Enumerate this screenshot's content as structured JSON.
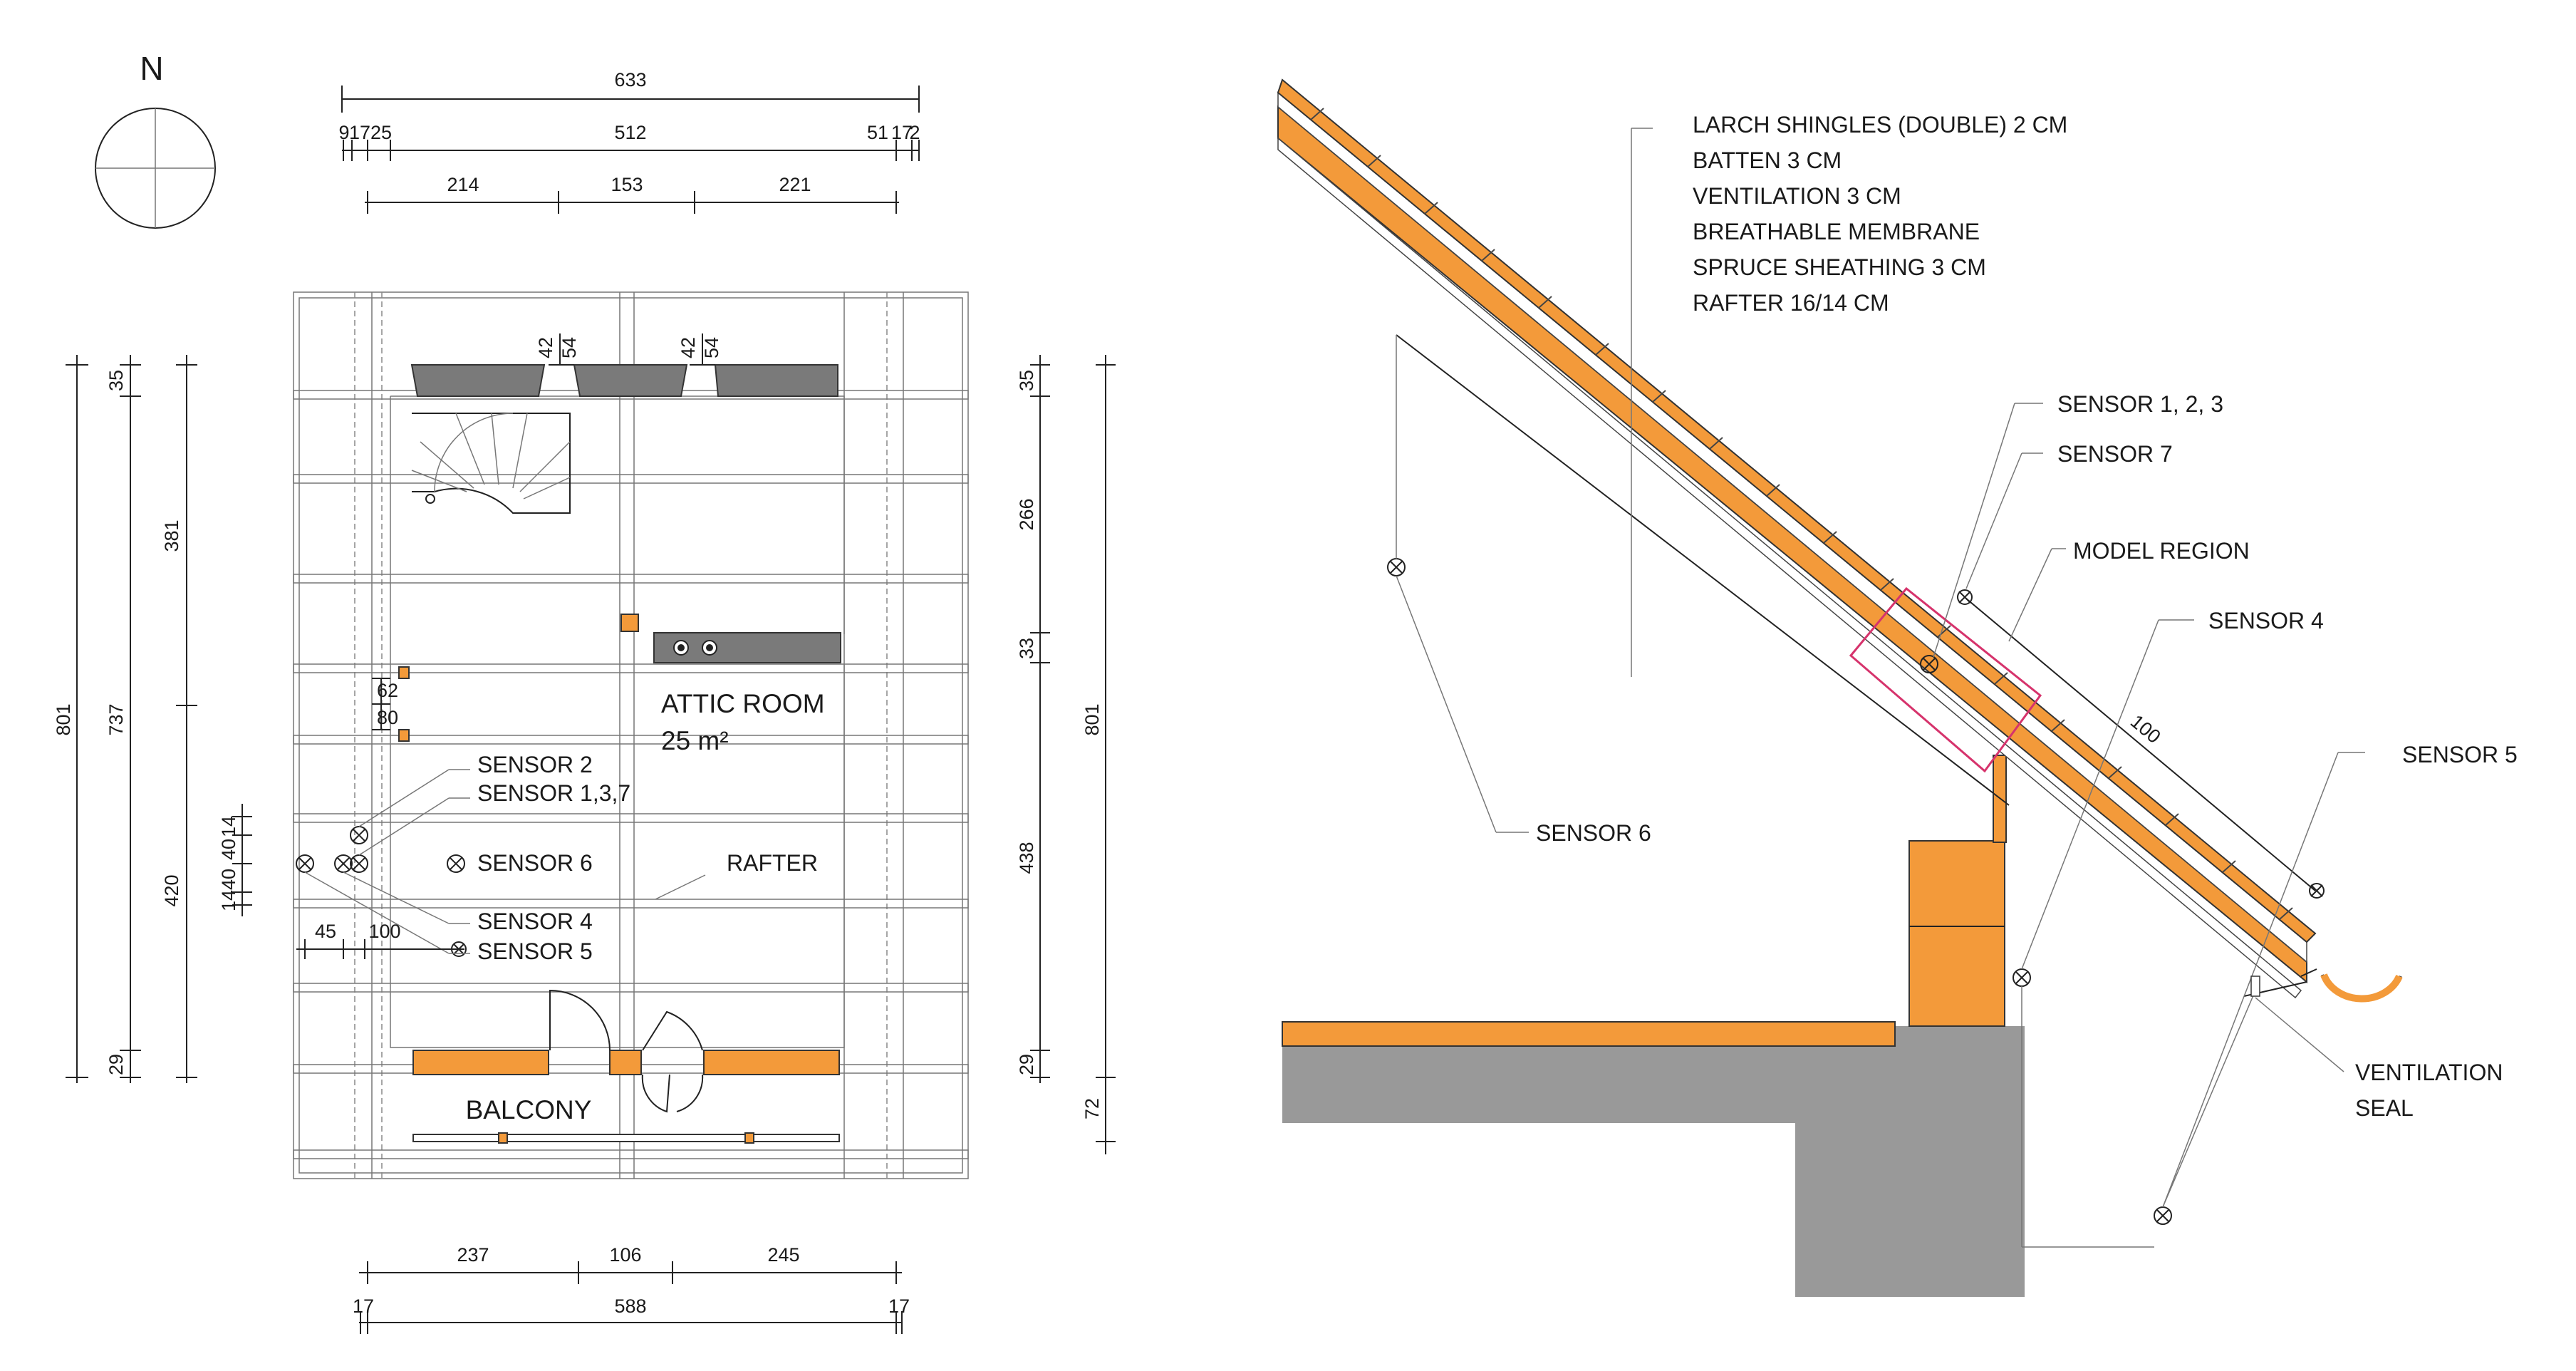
{
  "compass": {
    "north": "N"
  },
  "plan": {
    "top_dims": {
      "overall": "633",
      "row2": [
        "9",
        "17",
        "25",
        "512",
        "51",
        "17",
        "2"
      ],
      "row3": [
        "214",
        "153",
        "221"
      ]
    },
    "bottom_dims": {
      "row1": [
        "237",
        "106",
        "245"
      ],
      "row2": [
        "17",
        "588",
        "17"
      ]
    },
    "left_dims": {
      "outer": "801",
      "mid": "737",
      "inner": [
        "35",
        "381",
        "420",
        "29"
      ],
      "small": [
        "14",
        "40",
        "40",
        "14"
      ]
    },
    "right_dims": {
      "outer": "801",
      "inner": [
        "35",
        "266",
        "33",
        "438",
        "29",
        "72"
      ]
    },
    "window_dims": [
      "42",
      "54",
      "42",
      "54"
    ],
    "door_dims": [
      "62",
      "80"
    ],
    "sensor_dims": [
      "45",
      "100"
    ],
    "room_name": "ATTIC ROOM",
    "room_area": "25 m²",
    "balcony": "BALCONY",
    "rafter": "RAFTER",
    "sensors": [
      "SENSOR 2",
      "SENSOR 1,3,7",
      "SENSOR 6",
      "SENSOR 4",
      "SENSOR 5"
    ]
  },
  "section": {
    "layers": [
      "LARCH SHINGLES (DOUBLE) 2 CM",
      "BATTEN 3 CM",
      "VENTILATION 3 CM",
      "BREATHABLE MEMBRANE",
      "SPRUCE SHEATHING 3 CM",
      "RAFTER 16/14 CM"
    ],
    "labels": {
      "sensor123": "SENSOR 1, 2, 3",
      "sensor7": "SENSOR 7",
      "model_region": "MODEL REGION",
      "sensor4": "SENSOR 4",
      "sensor5": "SENSOR 5",
      "sensor6": "SENSOR 6",
      "vent_seal_1": "VENTILATION",
      "vent_seal_2": "SEAL",
      "dimension": "100"
    }
  },
  "colors": {
    "wood": "#f39a3a",
    "concrete": "#999999",
    "model_region": "#d6336c",
    "wall_grey": "#7a7a7a"
  }
}
